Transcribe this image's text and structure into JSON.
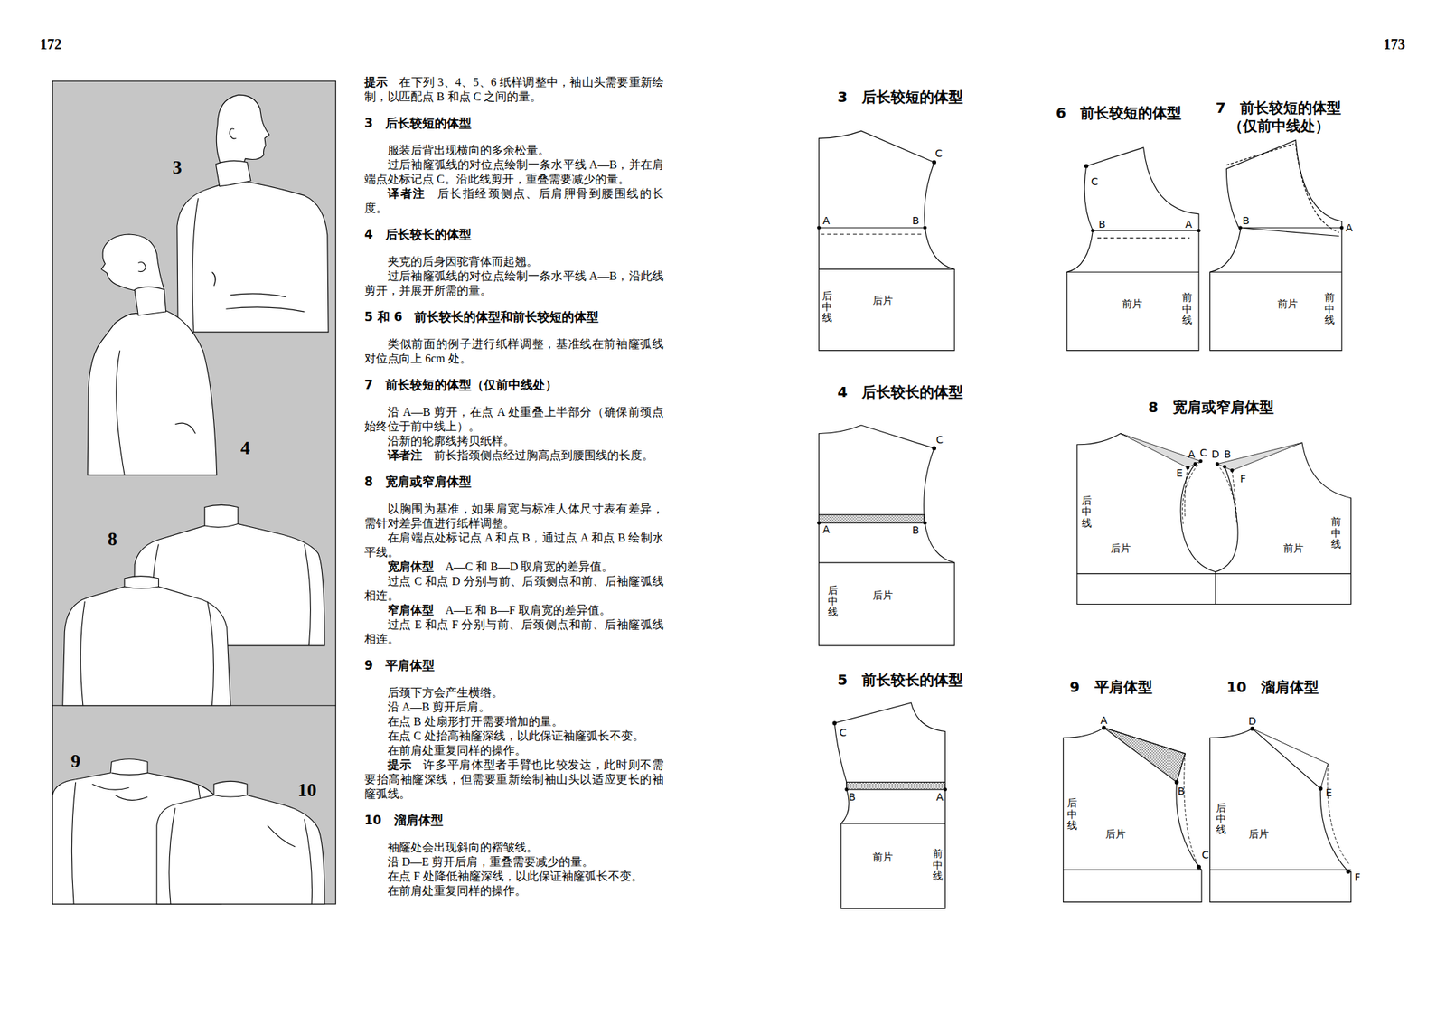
{
  "diagram": {
    "nodes": [
      {
        "text": [
          "3",
          "4",
          "8",
          "9",
          "10"
        ]
      },
      {
        "text": [
          "后中线",
          "后片"
        ]
      },
      {
        "text": [
          "后中线",
          "后片"
        ]
      },
      {
        "text": [
          "前片",
          "前中线"
        ]
      },
      {
        "text": [
          "前片",
          "前中线"
        ]
      },
      {
        "text": [
          "前片",
          "前中线"
        ]
      },
      {
        "text": [
          "后中线",
          "后片",
          "前片",
          "前中线"
        ]
      },
      {
        "text": [
          "后中线",
          "后片"
        ]
      },
      {
        "text": [
          "后中线",
          "后片"
        ]
      }
    ],
    "labels": [
      "172",
      "提示",
      "在下列 3、4、5、6 纸样调整中，袖山头需要重新绘制，以匹配点 B 和点 C 之间的量。",
      "3　后长较短的体型",
      "服装后背出现横向的多余松量。",
      "过后袖窿弧线的对位点绘制一条水平线 A—B，并在肩端点处标记点 C。沿此线剪开，重叠需要减少的量。",
      "译者注",
      "后长指经颈侧点、后肩胛骨到腰围线的长度。",
      "4　后长较长的体型",
      "夹克的后身因驼背体而起翘。",
      "过后袖窿弧线的对位点绘制一条水平线 A—B，沿此线剪开，并展开所需的量。",
      "5 和 6　前长较长的体型和前长较短的体型",
      "类似前面的例子进行纸样调整，基准线在前袖窿弧线对位点向上 6cm 处。",
      "7　前长较短的体型（仅前中线处）",
      "沿 A—B 剪开，在点 A 处重叠上半部分（确保前颈点始终位于前中线上）。",
      "沿新的轮廓线拷贝纸样。",
      "译者注",
      "前长指颈侧点经过胸高点到腰围线的长度。",
      "8　宽肩或窄肩体型",
      "以胸围为基准，如果肩宽与标准人体尺寸表有差异，需针对差异值进行纸样调整。",
      "在肩端点处标记点 A 和点 B，通过点 A 和点 B 绘制水平线。",
      "宽肩体型",
      "A—C 和 B—D 取肩宽的差异值。",
      "过点 C 和点 D 分别与前、后颈侧点和前、后袖窿弧线相连。",
      "窄肩体型",
      "A—E 和 B—F 取肩宽的差异值。",
      "过点 E 和点 F 分别与前、后颈侧点和前、后袖窿弧线相连。",
      "9　平肩体型",
      "后颈下方会产生横绺。",
      "沿 A—B 剪开后肩。",
      "在点 B 处扇形打开需要增加的量。",
      "在点 C 处抬高袖窿深线，以此保证袖窿弧长不变。",
      "在前肩处重复同样的操作。",
      "提示",
      "许多平肩体型者手臂也比较发达，此时则不需要抬高袖窿深线，但需要重新绘制袖山头以适应更长的袖窿弧线。",
      "10　溜肩体型",
      "袖窿处会出现斜向的褶皱线。",
      "沿 D—E 剪开后肩，重叠需要减少的量。",
      "在点 F 处降低袖窿深线，以此保证袖窿弧长不变。",
      "在前肩处重复同样的操作。",
      "173",
      "3　后长较短的体型",
      "C",
      "A",
      "B",
      "4　后长较长的体型",
      "C",
      "A",
      "B",
      "5　前长较长的体型",
      "C",
      "B",
      "A",
      "6　前长较短的体型",
      "7　前长较短的体型 （仅前中线处）",
      "C",
      "B",
      "A",
      "B",
      "A",
      "8　宽肩或窄肩体型",
      "A",
      "C",
      "E",
      "D",
      "B",
      "F",
      "9　平肩体型",
      "10　溜肩体型",
      "A",
      "B",
      "C",
      "D",
      "E",
      "F"
    ]
  }
}
